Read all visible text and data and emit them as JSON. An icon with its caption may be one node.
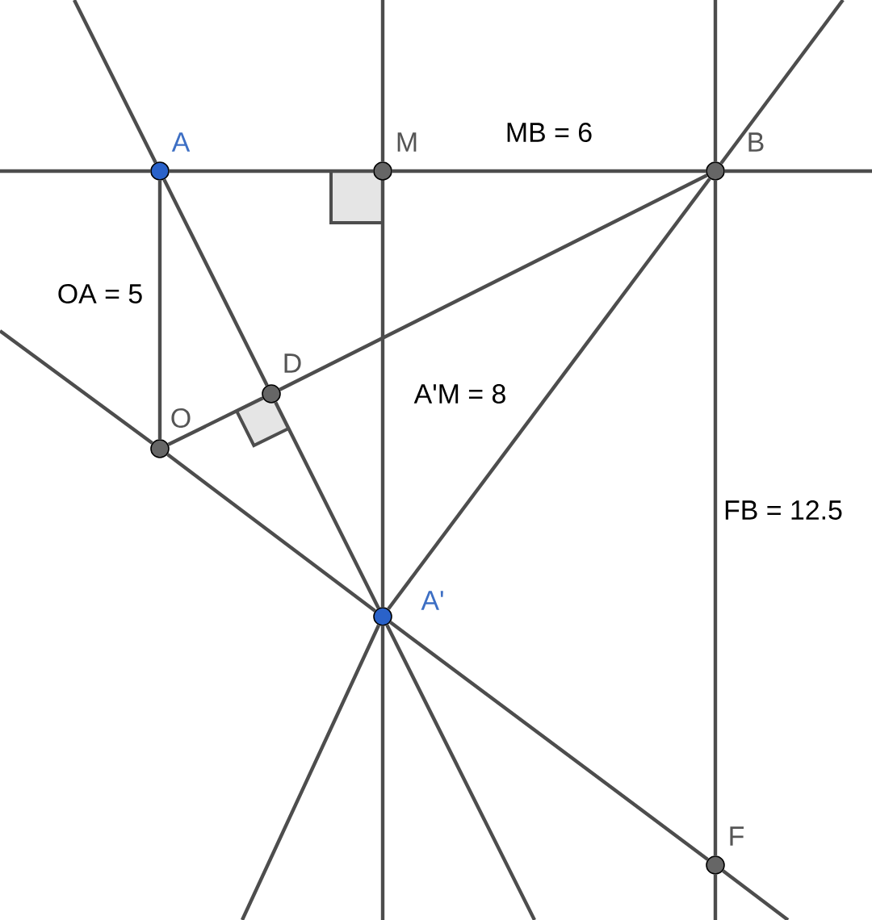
{
  "diagram": {
    "nodes": [
      {
        "text": [],
        "shape": "circle",
        "beside": [
          "A"
        ]
      },
      {
        "text": [],
        "shape": "circle",
        "beside": [
          "M"
        ]
      },
      {
        "text": [],
        "shape": "circle",
        "beside": [
          "B"
        ]
      },
      {
        "text": [],
        "shape": "circle",
        "beside": [
          "O"
        ]
      },
      {
        "text": [],
        "shape": "circle",
        "beside": [
          "D"
        ]
      },
      {
        "text": [],
        "shape": "circle",
        "beside": [
          "A'"
        ]
      },
      {
        "text": [],
        "shape": "circle",
        "beside": [
          "F"
        ]
      }
    ],
    "edges": [
      {
        "from": 0,
        "to": 1,
        "arrow": "none"
      },
      {
        "from": 1,
        "to": 2,
        "arrow": "none",
        "label": "MB = 6"
      },
      {
        "from": 0,
        "to": 3,
        "arrow": "none",
        "label": "OA = 5"
      },
      {
        "from": 0,
        "to": 4,
        "arrow": "none"
      },
      {
        "from": 4,
        "to": 5,
        "arrow": "none"
      },
      {
        "from": 3,
        "to": 4,
        "arrow": "none"
      },
      {
        "from": 4,
        "to": 2,
        "arrow": "none"
      },
      {
        "from": 1,
        "to": 5,
        "arrow": "none",
        "label": "A'M = 8"
      },
      {
        "from": 2,
        "to": 6,
        "arrow": "none",
        "label": "FB = 12.5"
      },
      {
        "from": 2,
        "to": 5,
        "arrow": "none"
      },
      {
        "from": 3,
        "to": 5,
        "arrow": "none"
      },
      {
        "from": 5,
        "to": 6,
        "arrow": "none"
      }
    ]
  }
}
